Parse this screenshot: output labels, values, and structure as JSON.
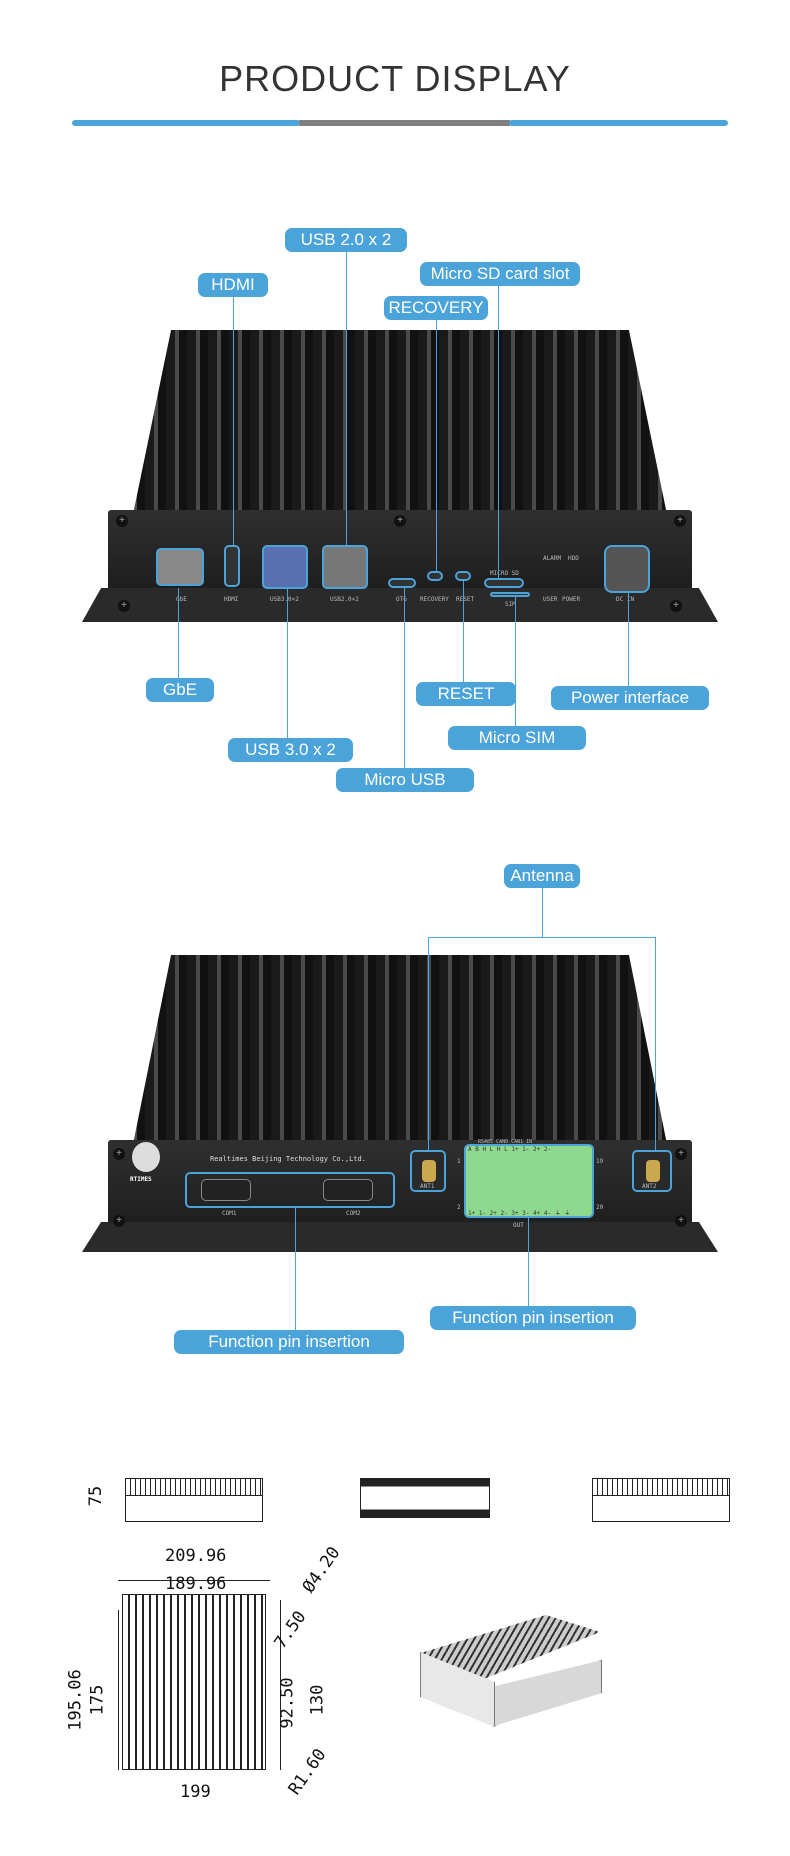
{
  "header": {
    "title": "PRODUCT DISPLAY",
    "colors": {
      "accent": "#4aa3d9",
      "divider_mid": "#808080"
    }
  },
  "front": {
    "labels": {
      "usb20": "USB 2.0 x 2",
      "hdmi": "HDMI",
      "microsd": "Micro SD card slot",
      "recovery": "RECOVERY",
      "gbe": "GbE",
      "reset": "RESET",
      "power": "Power interface",
      "usb30": "USB 3.0 x 2",
      "microsim": "Micro SIM",
      "microusb": "Micro USB"
    },
    "printed": {
      "gbe": "GbE",
      "hdmi": "HDMI",
      "usb3": "USB3.0×2",
      "usb2": "USB2.0×2",
      "otg": "OTG",
      "recovery": "RECOVERY",
      "reset": "RESET",
      "microsd": "MICRO SD",
      "sim": "SIM",
      "alarm": "ALARM",
      "hdd": "HDD",
      "user": "USER",
      "power": "POWER",
      "dcin": "DC IN"
    }
  },
  "rear": {
    "labels": {
      "antenna": "Antenna",
      "func1": "Function pin insertion",
      "func2": "Function pin insertion"
    },
    "printed": {
      "company": "Realtimes Beijing Technology Co.,Ltd.",
      "logo": "RTIMES",
      "com1": "COM1",
      "com2": "COM2",
      "ant1": "ANT1",
      "ant2": "ANT2",
      "terminal_top": "A  B  H  L  H  L  1+ 1- 2+ 2-",
      "groups": "RS485  CAN0  CAN1     IN",
      "terminal_bottom": "1+ 1- 2+ 2- 3+ 3- 4+ 4- ⏚ ⏚",
      "out": "OUT",
      "pin1": "1",
      "pin19": "19",
      "pin2": "2",
      "pin20": "20"
    }
  },
  "dimensions": {
    "height": "75",
    "outer_width": "209.96",
    "inner_width": "189.96",
    "hole": "Ø4.20",
    "offset": "7.50",
    "outer_depth": "195.06",
    "inner_depth": "175",
    "mid_depth": "92.50",
    "hole_span": "130",
    "base_width": "199",
    "radius": "R1.60"
  }
}
